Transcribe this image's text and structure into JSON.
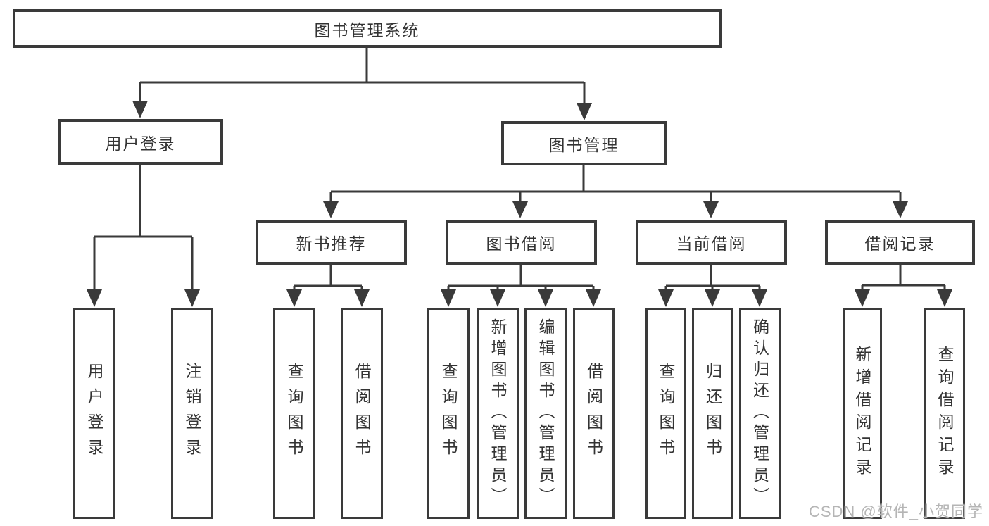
{
  "diagram": {
    "root": {
      "label": "图书管理系统"
    },
    "level2": [
      {
        "label": "用户登录"
      },
      {
        "label": "图书管理"
      }
    ],
    "level3": [
      {
        "label": "新书推荐"
      },
      {
        "label": "图书借阅"
      },
      {
        "label": "当前借阅"
      },
      {
        "label": "借阅记录"
      }
    ],
    "leaves": {
      "user_login": [
        "用户登录",
        "注销登录"
      ],
      "new_book": [
        "查询图书",
        "借阅图书"
      ],
      "book_borrow": [
        "查询图书",
        "新增图书（管理员）",
        "编辑图书（管理员）",
        "借阅图书"
      ],
      "current_borrow": [
        "查询图书",
        "归还图书",
        "确认归还（管理员）"
      ],
      "borrow_records": [
        "新增借阅记录",
        "查询借阅记录"
      ]
    }
  },
  "watermark": {
    "text": "CSDN @软件_小贺同学"
  },
  "colors": {
    "line": "#3a3a3a",
    "text": "#333333",
    "watermark": "#b5b5b5",
    "background": "#ffffff"
  }
}
